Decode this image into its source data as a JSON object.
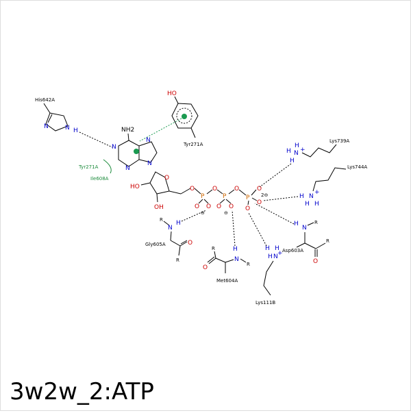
{
  "title": "3w2w_2:ATP",
  "residues": {
    "his642": "His642A",
    "tyr271_top": "Tyr271A",
    "tyr271_side": "Tyr271A",
    "ile608": "Ile608A",
    "lys739": "Lys739A",
    "lys744": "Lys744A",
    "gly605": "Gly605A",
    "met604": "Met604A",
    "asp603": "Asp603A",
    "lys111": "Lys111B"
  },
  "atoms": {
    "nh2": "NH2",
    "n": "N",
    "o": "O",
    "p": "P",
    "h": "H",
    "ho": "HO",
    "oh": "OH",
    "r": "R",
    "plus": "+",
    "minus": "⊖",
    "charge2": "2⊖"
  },
  "colors": {
    "nitrogen": "#0000cc",
    "oxygen": "#cc0000",
    "phosphorus": "#cc6600",
    "hydrophobic": "#1a8a3a",
    "pi_stacking": "#1a9a50"
  }
}
